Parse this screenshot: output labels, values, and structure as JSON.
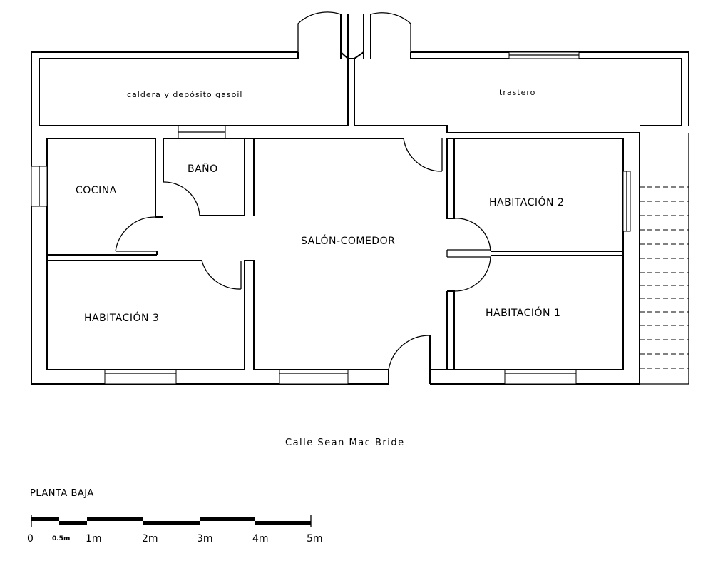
{
  "rooms": {
    "caldera": "caldera y depósito gasoil",
    "trastero": "trastero",
    "bano": "BAÑO",
    "cocina": "COCINA",
    "habitacion2": "HABITACIÓN 2",
    "salon": "SALÓN-COMEDOR",
    "habitacion3": "HABITACIÓN 3",
    "habitacion1": "HABITACIÓN 1"
  },
  "street": "Calle Sean Mac Bride",
  "plan_title": "PLANTA BAJA",
  "scale": {
    "labels": [
      "0",
      "0.5m",
      "1m",
      "2m",
      "3m",
      "4m",
      "5m"
    ]
  }
}
